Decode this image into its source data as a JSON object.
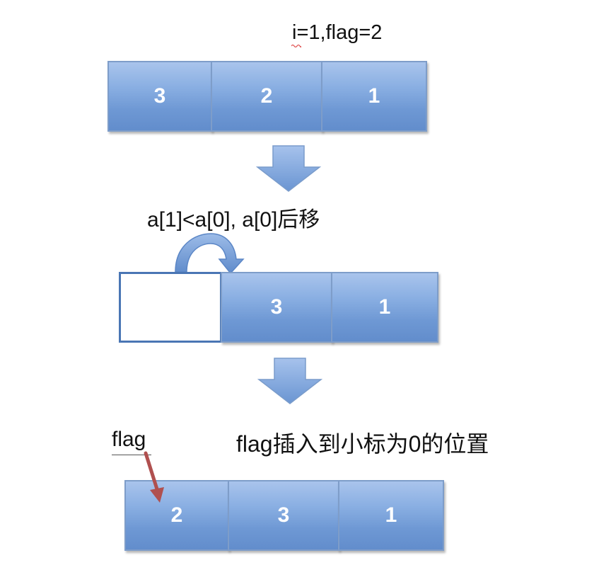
{
  "step1": {
    "label": "i=1,flag=2",
    "cells": [
      "3",
      "2",
      "1"
    ]
  },
  "step2": {
    "label": "a[1]<a[0], a[0]后移",
    "cells": [
      "",
      "3",
      "1"
    ]
  },
  "step3": {
    "flag_label": "flag",
    "label": "flag插入到小标为0的位置",
    "cells": [
      "2",
      "3",
      "1"
    ]
  },
  "colors": {
    "cell_fill": "#7aa3dc",
    "cell_border": "#7e9dc9",
    "empty_border": "#4a76b4",
    "flag_arrow": "#b0504f"
  }
}
